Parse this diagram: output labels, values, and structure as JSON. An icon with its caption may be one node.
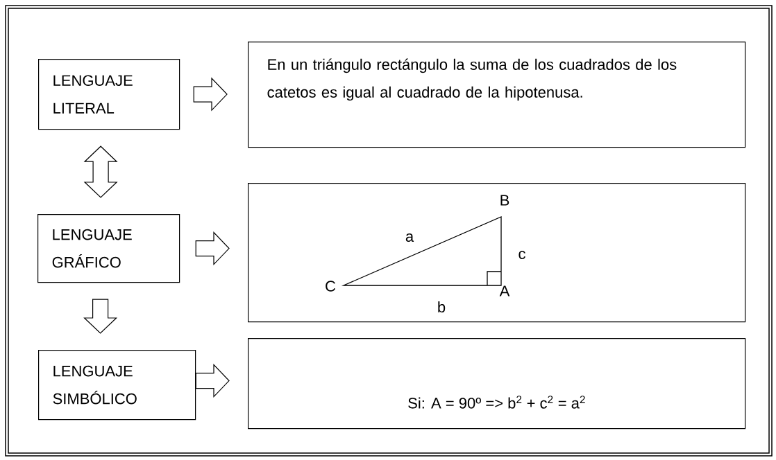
{
  "diagram": {
    "nodes": [
      {
        "text": [
          "LENGUAJE LITERAL"
        ]
      },
      {
        "text": [
          "En un triángulo rectángulo la suma de los cuadrados de los catetos es igual al cuadrado de la hipotenusa."
        ]
      },
      {
        "text": [
          "LENGUAJE GRÁFICO"
        ]
      },
      {
        "text": [
          "B",
          "a",
          "c",
          "C",
          "A",
          "b"
        ]
      },
      {
        "text": [
          "LENGUAJE SIMBÓLICO"
        ]
      },
      {
        "text": [
          "Si: A = 90º => b$^{2}$ + c$^{2}$ = a$^{2}$"
        ]
      }
    ],
    "edges": [
      {
        "from": 0,
        "to": 1,
        "arrow": "to"
      },
      {
        "from": 0,
        "to": 2,
        "arrow": "both"
      },
      {
        "from": 2,
        "to": 3,
        "arrow": "to"
      },
      {
        "from": 2,
        "to": 4,
        "arrow": "to"
      },
      {
        "from": 4,
        "to": 5,
        "arrow": "to"
      }
    ]
  }
}
